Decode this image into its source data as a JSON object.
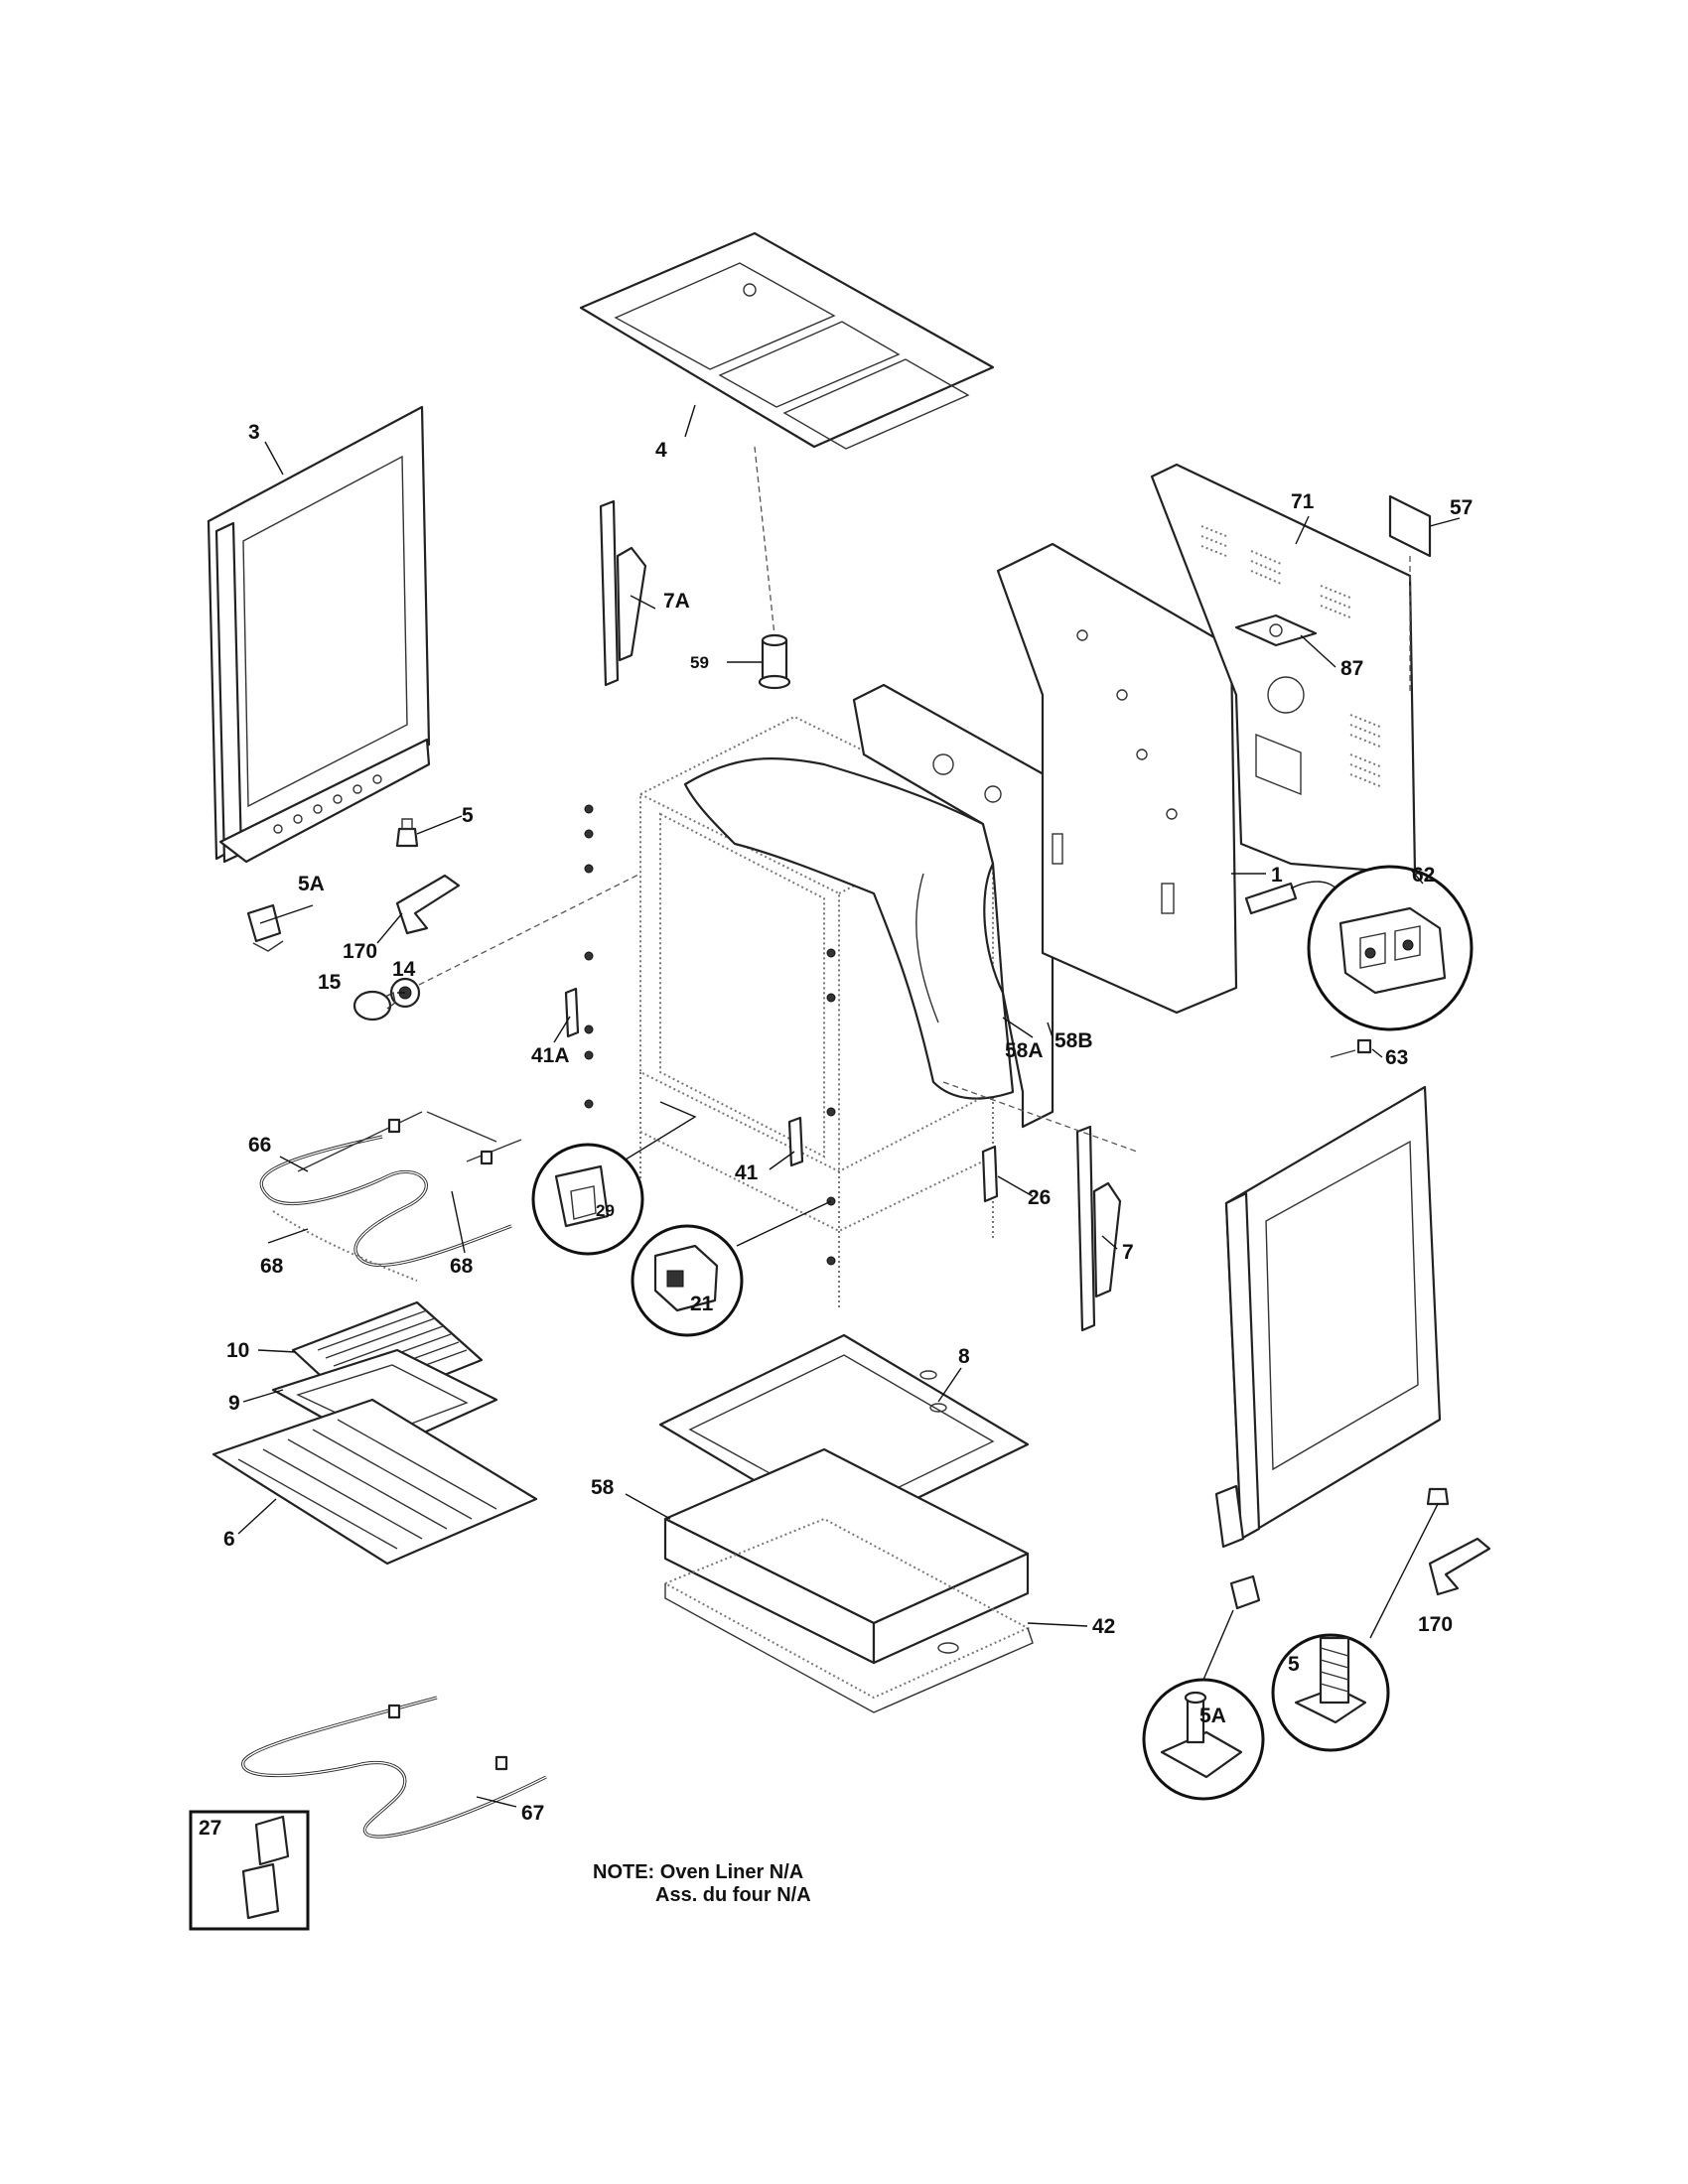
{
  "callouts": {
    "c3": "3",
    "c4": "4",
    "c5a": "5",
    "c5aa": "5A",
    "c170a": "170",
    "c14": "14",
    "c15": "15",
    "c7a": "7A",
    "c59": "59",
    "c57": "57",
    "c71": "71",
    "c87": "87",
    "c1": "1",
    "c62": "62",
    "c63": "63",
    "c58a": "58A",
    "c58b": "58B",
    "c41a": "41A",
    "c41": "41",
    "c66": "66",
    "c68a": "68",
    "c68b": "68",
    "c29": "29",
    "c21": "21",
    "c26": "26",
    "c7": "7",
    "c10": "10",
    "c9": "9",
    "c6": "6",
    "c8": "8",
    "c58": "58",
    "c42": "42",
    "c5b": "5",
    "c5ab": "5A",
    "c170b": "170",
    "c67": "67",
    "c27": "27"
  },
  "note": {
    "line1": "NOTE: Oven Liner N/A",
    "line2": "Ass. du four N/A"
  }
}
